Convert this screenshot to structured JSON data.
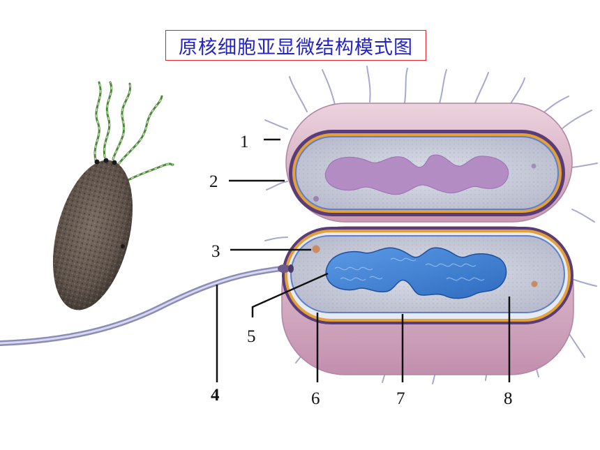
{
  "title": "原核细胞亚显微结构模式图",
  "labels": [
    "1",
    "2",
    "3",
    "4",
    "5",
    "6",
    "7",
    "8"
  ],
  "colors": {
    "title_text": "#2323c8",
    "title_border": "#e0202a",
    "capsule_outer": "#d6b0c2",
    "cell_wall": "#5a3c78",
    "membrane": "#e3a13a",
    "cytoplasm": "#c9ccd8",
    "nucleoid_top": "#b38cc4",
    "nucleoid_bottom": "#3f7fd2",
    "flagellum": "#9a9ac0",
    "pili": "#a8a8cf",
    "bacterium_body": "#5e524a",
    "bacterium_flagella": "#4c8a3a"
  }
}
